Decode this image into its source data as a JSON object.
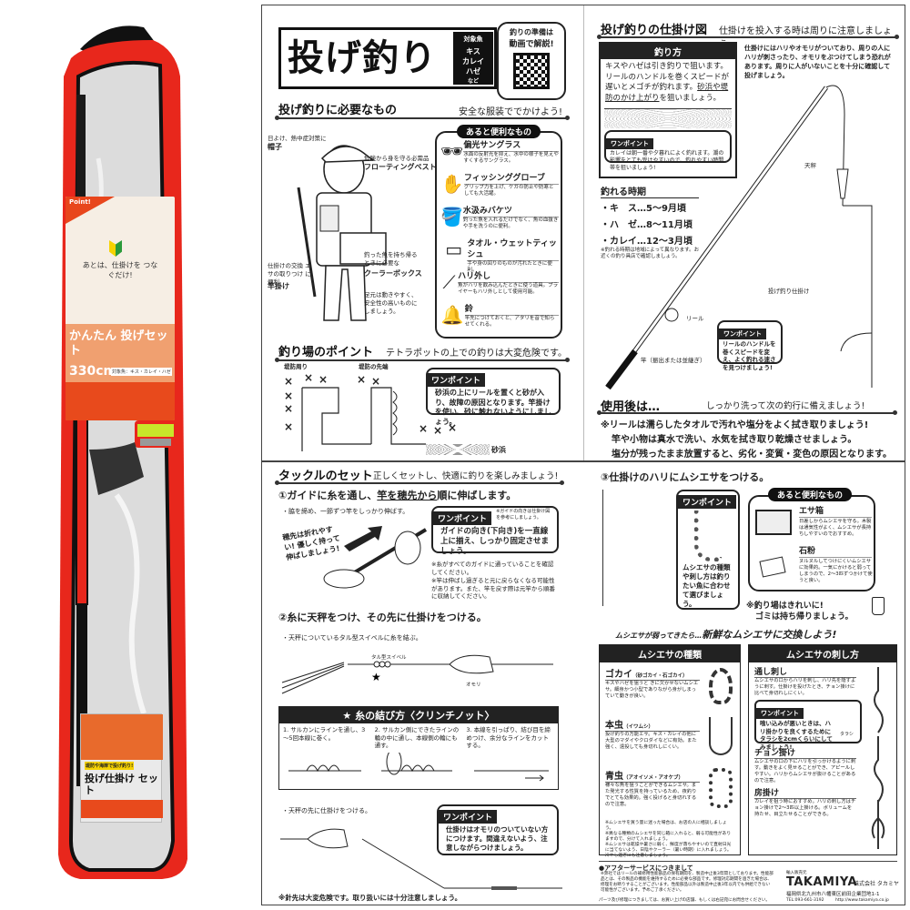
{
  "product_photo": {
    "bag_color": "#e8271c",
    "label_card": {
      "point_tag": "Point!",
      "catchphrase": "あとは、仕掛けを つなぐだけ!",
      "product_name": "かんたん 投げセット",
      "length": "330cm",
      "target": "対象魚：キス・カレイ・ハゼ"
    },
    "tackle_pack": {
      "badge": "堤防や海岸で投げ釣り!",
      "name": "投げ仕掛け セット"
    }
  },
  "header": {
    "title": "投げ釣り",
    "target_label": "対象魚",
    "target_fish": [
      "キス",
      "カレイ",
      "ハゼ",
      "など"
    ],
    "video_callout_line1": "釣りの準備は",
    "video_callout_line2": "動画で解説!",
    "qr_icon": "qr-code-icon"
  },
  "needs": {
    "title": "投げ釣りに必要なもの",
    "subtitle": "安全な服装ででかけよう!",
    "labels": [
      {
        "note": "日よけ、熱中症対策に",
        "name": "帽子"
      },
      {
        "note": "危険から身を守る必需品",
        "name": "フローティングベスト"
      },
      {
        "note": "釣った魚を持ち帰るときに必要な",
        "name": "クーラーボックス"
      },
      {
        "note": "仕掛けの交換 エサの取りつけ に便利",
        "name": "竿掛け"
      },
      {
        "note": "足元は動きやすく、安全性の高いものにしましょう。",
        "name": ""
      }
    ],
    "handy": {
      "title": "あると便利なもの",
      "items": [
        {
          "name": "偏光サングラス",
          "desc": "水面の反射光を抑え、水中の様子を見えやすくするサングラス。",
          "icon": "sunglasses-icon"
        },
        {
          "name": "フィッシンググローブ",
          "desc": "グリップ力を上げ、ケガの防止や防寒としても大活躍。",
          "icon": "glove-icon"
        },
        {
          "name": "水汲みバケツ",
          "desc": "釣った魚を入れるだけでなく、魚の血抜きや手を洗うのに便利。",
          "icon": "bucket-icon"
        },
        {
          "name": "タオル・ウェットティッシュ",
          "desc": "手や身の回りのものが汚れたときに便利。",
          "icon": "towel-icon"
        },
        {
          "name": "ハリ外し",
          "desc": "魚がハリを飲み込んだときに使う道具。プライヤーもハリ外しとして使用可能。",
          "icon": "hook-remover-icon"
        },
        {
          "name": "鈴",
          "desc": "竿先につけておくと、アタリを音で知らせてくれる。",
          "icon": "bell-icon"
        }
      ]
    }
  },
  "spot": {
    "title": "釣り場のポイント",
    "subtitle": "テトラポットの上での釣りは大変危険です。",
    "label_left": "堤防周り",
    "label_mid": "堤防の先端",
    "label_sand": "砂浜",
    "cross": "×",
    "onepoint": {
      "tag": "ワンポイント",
      "text": "砂浜の上にリールを置くと砂が入り、故障の原因となります。竿掛けを使い、砂に触れないようにしましょう。"
    }
  },
  "rig": {
    "title": "投げ釣りの仕掛け図",
    "subtitle": "仕掛けを投入する時は周りに注意しましょう。",
    "warning": "仕掛けにはハリやオモリがついており、周りの人にハリが刺さったり、オモリをぶつけてしまう恐れがあります。周りに人がいないことを十分に確認して投げましょう。",
    "how_to": {
      "title": "釣り方",
      "text_plain": "キスやハゼは引き釣りで狙います。リールのハンドルを巻くスピードが遅いとメゴチが釣れます。",
      "text_ul": "砂浜や堤防のかけ上がり",
      "text_tail": "を狙いましょう。"
    },
    "how_onepoint": {
      "tag": "ワンポイント",
      "text": "カレイは朝一番や夕暮れによく釣れます。潮の影響をとても受けやすいので、釣れやすい時間帯を狙いましょう!"
    },
    "season": {
      "title": "釣れる時期",
      "rows": [
        "・キ　ス…5～9月頃",
        "・ハ　ゼ…8～11月頃",
        "・カレイ…12～3月頃"
      ],
      "note": "※釣れる時期は地域によって異なります。お近くの釣り具店で確認しましょう。"
    },
    "labels": {
      "tenbin": "天秤",
      "shikake": "投げ釣り仕掛け",
      "reel": "リール",
      "rod": "竿（振出または並継ぎ）"
    },
    "reel_onepoint": {
      "tag": "ワンポイント",
      "text": "リールのハンドルを巻くスピードを変え、よく釣れる速さを見つけましょう!"
    }
  },
  "after": {
    "title": "使用後は…",
    "subtitle": "しっかり洗って次の釣行に備えましょう!",
    "lines": [
      "※リールは濡らしたタオルで汚れや塩分をよく拭き取りましょう!",
      "竿や小物は真水で洗い、水気を拭き取り乾燥させましょう。",
      "塩分が残ったまま放置すると、劣化・変質・変色の原因となります。"
    ]
  },
  "tackle": {
    "title": "タックルのセット",
    "subtitle": "正しくセットし、快適に釣りを楽しみましょう!",
    "step1": {
      "heading_a": "①ガイドに糸を通し、",
      "heading_ul": "竿を穂先から",
      "heading_b": "順に伸ばします。",
      "bullet": "・脇を締め、一節ずつ竿をしっかり伸ばす。",
      "handwritten": "穂先は折れやすい! 優しく持って伸ばしましょう!",
      "onepoint": {
        "tag": "ワンポイント",
        "small": "※ガイドの向きは仕掛け図を参考にしましょう。",
        "text": "ガイドの向き(下向き)を一直線上に揃え、しっかり固定させましょう。"
      },
      "notes": [
        "※糸がすべてのガイドに通っていることを確認してください。",
        "※竿は伸ばし過ぎると元に戻らなくなる可能性があります。また、竿を戻す際は元竿から順番に収納してください。"
      ]
    },
    "step2": {
      "heading": "②糸に天秤をつけ、その先に仕掛けをつける。",
      "bullet": "・天秤についているタル型スイベルに糸を結ぶ。",
      "swivel_label": "タル型スイベル",
      "sinker_label": "オモリ",
      "knot": {
        "title": "★ 糸の結び方〈クリンチノット〉",
        "steps": [
          "1. サルカンにラインを通し、3～5回本線に巻く。",
          "2. サルカン側にできたラインの輪の中に通し、本線側の輪にも通す。",
          "3. 本線を引っぱり、結び目を締めつけ、余分なラインをカットする。"
        ]
      },
      "bullet2": "・天秤の先に仕掛けをつける。",
      "onepoint": {
        "tag": "ワンポイント",
        "text": "仕掛けはオモリのついていない方につけます。間違えないよう、注意しながらつけましょう。"
      },
      "warning": "※針先は大変危険です。取り扱いには十分注意しましょう。"
    }
  },
  "bait": {
    "step3": "③仕掛けのハリにムシエサをつける。",
    "onepoint": {
      "tag": "ワンポイント",
      "text": "ムシエサの種類や刺し方は釣りたい魚に合わせて選びましょう。"
    },
    "handy": {
      "title": "あると便利なもの",
      "items": [
        {
          "name": "エサ箱",
          "desc": "日差しからムシエサを守る。木製は通気性がよく、ムシエサが長持ちしやすいのでおすすめ。",
          "icon": "bait-box-icon"
        },
        {
          "name": "石粉",
          "desc": "ヌルヌルしてつけにくいムシエサに効果的。一気にかけると弱ってしまうので、2～3匹ずつかけて使うと良い。",
          "icon": "stone-powder-icon"
        }
      ]
    },
    "clean_note_1": "※釣り場はきれいに!",
    "clean_note_2": "ゴミは持ち帰りましょう。",
    "replace": {
      "small": "ムシエサが弱ってきたら…",
      "big": "新鮮なムシエサに交換しよう!"
    }
  },
  "bait_types": {
    "title": "ムシエサの種類",
    "items": [
      {
        "name": "ゴカイ",
        "sub": "（砂ゴカイ・石ゴカイ）",
        "desc": "キスやハゼを狙うと きに欠かせないムシエサ。細身かつ小型でありながら身がしまっていて動きが良い。",
        "icon": "worm-gokai-icon"
      },
      {
        "name": "本虫",
        "sub": "（イワムシ）",
        "desc": "投げ釣りの万能エサ。キス・カレイの他に大型のマダイやクロダイなどに有効。また強く、遠投しても身切れしにくい。",
        "icon": "worm-honmushi-icon"
      },
      {
        "name": "青虫",
        "sub": "（アオイソメ・アオケブ）",
        "desc": "様々な魚を狙うことができるムシエサ。また発光する性質を持っているため、夜釣りでとても効果的。強く投げると身切れするので注意。",
        "icon": "worm-aomushi-icon"
      }
    ],
    "notes": [
      "※ムシエサを買う量に迷った場合は、お店の人に相談しましょう。",
      "※異なる種類のムシエサを同じ箱に入れると、弱る可能性がありますので、分けて入れましょう。",
      "※ムシエサは乾燥や暑さに弱く、鮮度が落ちやすいので直射日光に当てないよう、日陰やクーラー（暑い時期）に入れましょう。冷やし過ぎにも注意しましょう。"
    ]
  },
  "hooking": {
    "title": "ムシエサの刺し方",
    "items": [
      {
        "name": "通し刺し",
        "desc": "ムシエサの口からハリを刺し、ハリ先を隠すように刺す。仕掛けを投げたとき、チョン掛けに比べて身切れしにくい。"
      },
      {
        "name": "チョン掛け",
        "desc": "ムシエサの口の下にハリを引っかけるように刺す。動きをよく見せることができ、アピールしやすい。ハリからムシエサが抜けることがあるので注意。"
      },
      {
        "name": "房掛け",
        "desc": "カレイを狙う時におすすめ。ハリの刺し方はチョン掛けで2～3匹以上掛ける。ボリュームを持たせ、目立たせることができる。"
      }
    ],
    "onepoint": {
      "tag": "ワンポイント",
      "text": "喰い込みが悪いときは、ハリ掛かりを良くするためにタラシを2cmくらいにしてみましょう!",
      "tarashi_label": "タラシ"
    }
  },
  "footer": {
    "after_service_title": "●アフターサービスにつきまして",
    "after_service_text": "※弊社ではリールの補修用性能部品の保有期間を、製造中止後3年間としております。性能部品とは、その製品の機能を維持するために必要な部品です。修理対応期間を過ぎた場合は、修理をお断りすることがございます。性能部品以外は製造中止後3年以内でも供給できない可能性がございます。予めご了承ください。",
    "parts_text": "パーツ及び修理につきましては、お買い上げの店舗、もしくは右記宛にお問合せください。",
    "importer_label": "輸入販売元",
    "brand": "TAKAMIYA",
    "company": "株式会社 タカミヤ",
    "address": "福岡県北九州市八幡東区前田企業団地1-1",
    "tel": "TEL:093-661-3192",
    "url": "http://www.takamiya.co.jp"
  }
}
